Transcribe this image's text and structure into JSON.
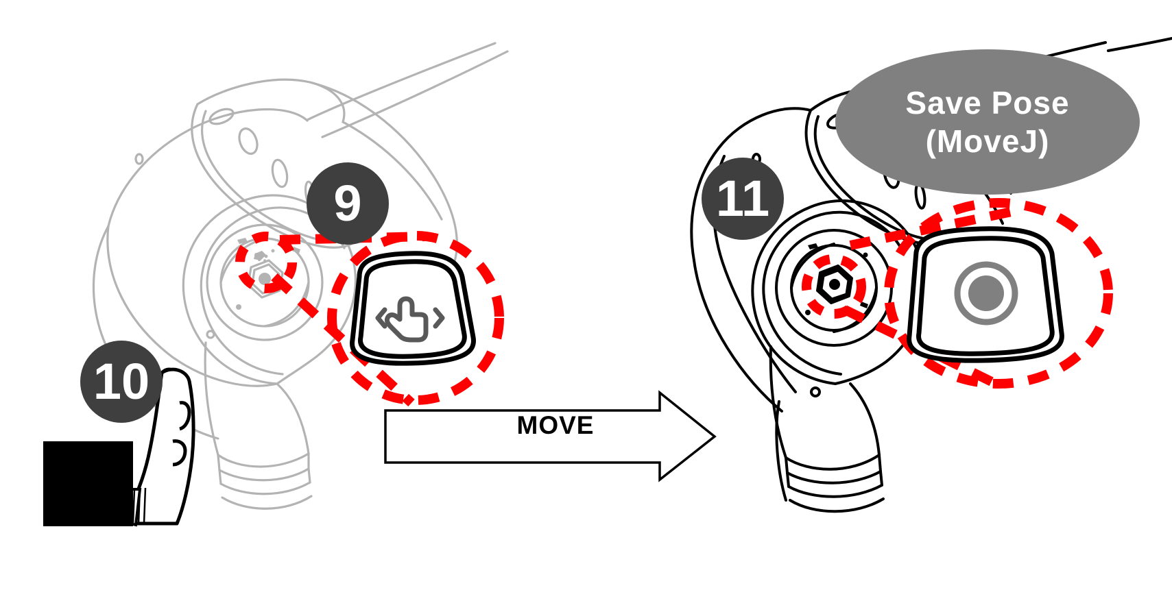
{
  "illustration": {
    "title_alt": "Robot arm teach-pendant procedure: freedrive, move, save pose",
    "background_color": "#ffffff"
  },
  "badges": [
    {
      "id": "step-9",
      "label": "9",
      "color": "#3f3f3f",
      "text_color": "#ffffff"
    },
    {
      "id": "step-10",
      "label": "10",
      "color": "#3f3f3f",
      "text_color": "#ffffff"
    },
    {
      "id": "step-11",
      "label": "11",
      "color": "#3f3f3f",
      "text_color": "#ffffff"
    }
  ],
  "callouts": {
    "save_pose": {
      "line1": "Save Pose",
      "line2": "(MoveJ)",
      "fill": "#808080",
      "text_color": "#ffffff"
    },
    "freedrive_button": {
      "icon": "pointing-hand-icon",
      "left_chevron": "‹",
      "right_chevron": "›"
    },
    "save_button": {
      "icon": "record-dot-icon"
    }
  },
  "arrow": {
    "label": "MOVE",
    "fill": "#ffffff",
    "stroke": "#000000"
  },
  "highlight": {
    "color": "#ff0000",
    "style": "dashed"
  },
  "robots": {
    "left": {
      "line_color": "#b3b3b3",
      "state": "start-pose"
    },
    "right": {
      "line_color": "#000000",
      "state": "end-pose"
    }
  },
  "hand": {
    "sleeve_color": "#000000",
    "outline_color": "#000000"
  }
}
